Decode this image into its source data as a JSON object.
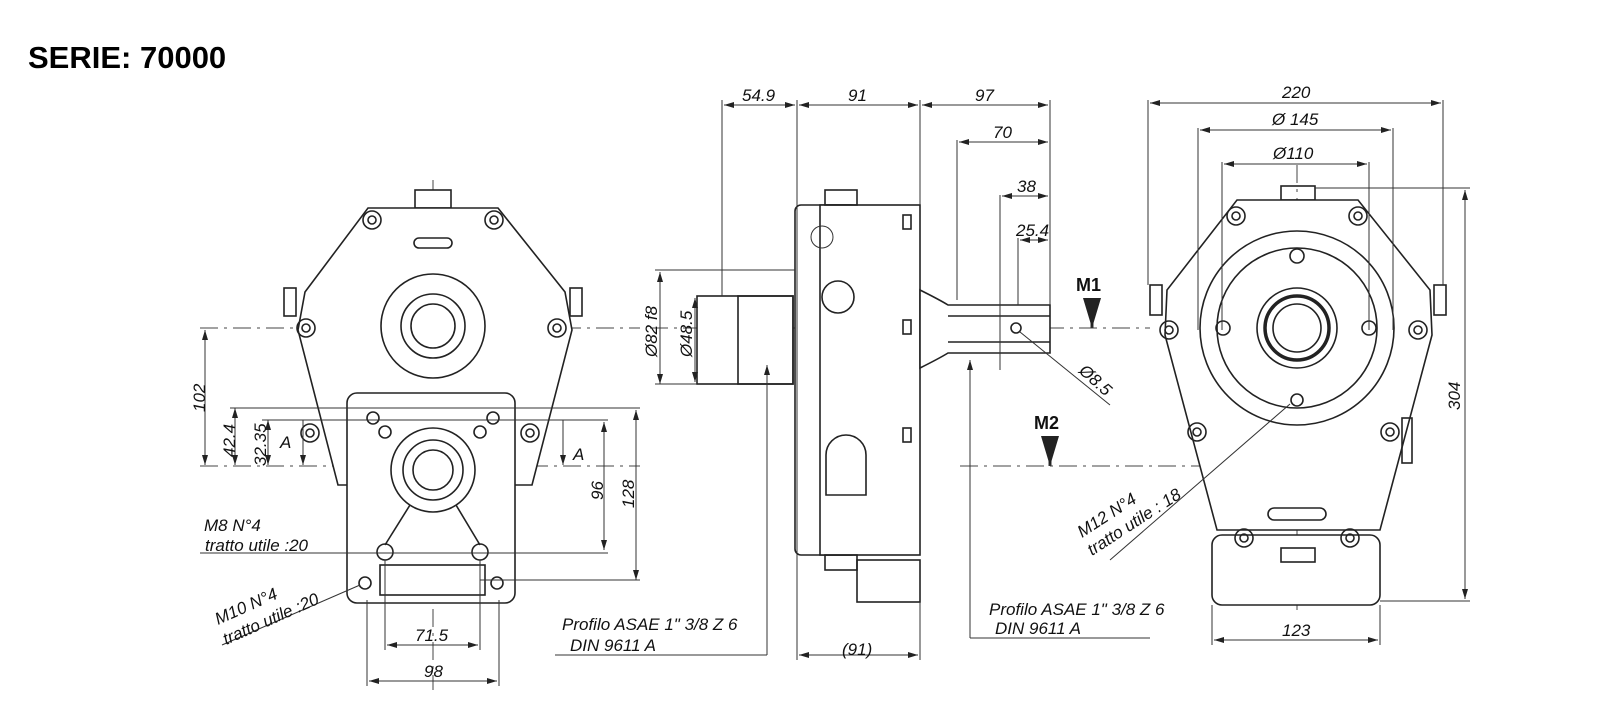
{
  "title": "SERIE: 70000",
  "front_view": {
    "dims": {
      "d102": "102",
      "d42_4": "42.4",
      "d32_35": "32.35",
      "d96": "96",
      "d128": "128",
      "d71_5": "71.5",
      "d98": "98"
    },
    "section_mark": "A",
    "note_m8": {
      "line1": "M8  N°4",
      "line2": "tratto utile :20"
    },
    "note_m10": {
      "line1": "M10 N°4",
      "line2": "tratto utile :20"
    }
  },
  "side_view": {
    "dims": {
      "d54_9": "54.9",
      "d91": "91",
      "d97": "97",
      "d70": "70",
      "d38": "38",
      "d25_4": "25.4",
      "d82": "Ø82 f8",
      "d48_5": "Ø48.5",
      "d8_5": "Ø8.5",
      "d91_paren": "(91)"
    },
    "profile_left": {
      "line1": "Profilo ASAE 1\" 3/8 Z 6",
      "line2": "DIN 9611 A"
    },
    "profile_right": {
      "line1": "Profilo ASAE 1\" 3/8 Z 6",
      "line2": "DIN 9611 A"
    },
    "m1": "M1",
    "m2": "M2"
  },
  "rear_view": {
    "dims": {
      "d220": "220",
      "d145": "Ø 145",
      "d110": "Ø110",
      "d304": "304",
      "d123": "123"
    },
    "note_m12": {
      "line1": "M12 N°4",
      "line2": "tratto utile : 18"
    }
  }
}
